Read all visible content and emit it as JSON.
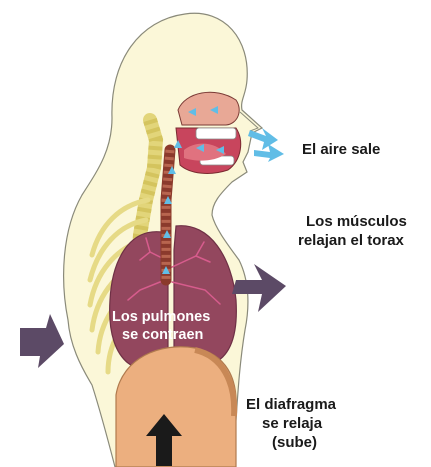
{
  "labels": {
    "air_out": "El aire sale",
    "muscles_line1": "Los músculos",
    "muscles_line2": "relajan el torax",
    "lungs_line1": "Los pulmones",
    "lungs_line2": "se contraen",
    "diaphragm_line1": "El diafragma",
    "diaphragm_line2": "se relaja",
    "diaphragm_line3": "(sube)"
  },
  "colors": {
    "skin": "#fbf7d8",
    "skin_outline": "#8a8a7a",
    "bone": "#f1e79e",
    "lung": "#93475e",
    "lung_vessel": "#d75c8d",
    "airway": "#8b3a2c",
    "diaphragm": "#ecaf7f",
    "arrow_force": "#5c4a66",
    "arrow_air": "#61bde6",
    "label_text": "#1a1a1a"
  }
}
